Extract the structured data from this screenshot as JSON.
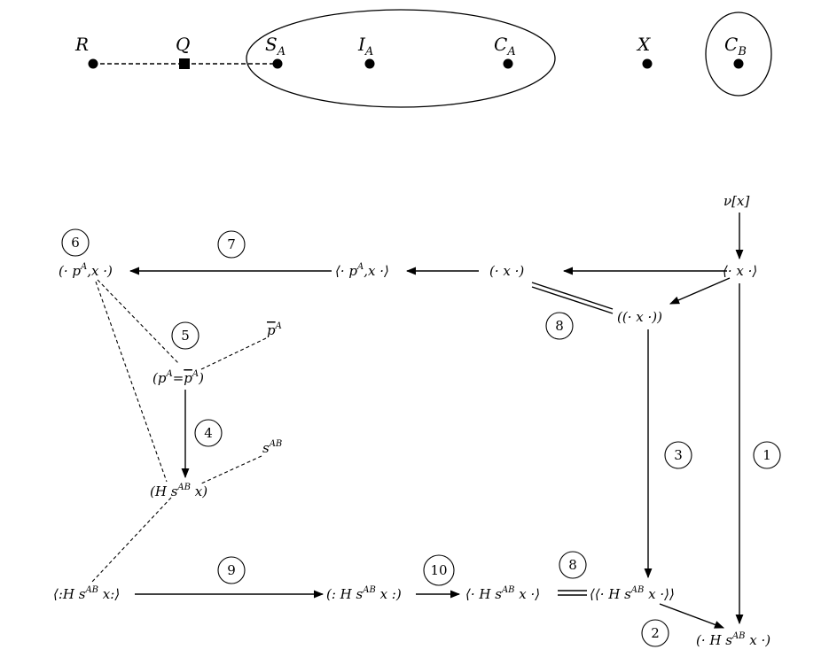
{
  "top_diagram": {
    "points": [
      {
        "id": "R",
        "label": "R",
        "sub": ""
      },
      {
        "id": "Q",
        "label": "Q",
        "sub": ""
      },
      {
        "id": "SA",
        "label": "S",
        "sub": "A"
      },
      {
        "id": "IA",
        "label": "I",
        "sub": "A"
      },
      {
        "id": "CA",
        "label": "C",
        "sub": "A"
      },
      {
        "id": "X",
        "label": "X",
        "sub": ""
      },
      {
        "id": "CB",
        "label": "C",
        "sub": "B"
      }
    ]
  },
  "flow_diagram": {
    "nodes": {
      "nu_x": "ν[x]",
      "angle_x": "⟨· x ·⟩",
      "paren_x": "(· x ·)",
      "dparen_x": "((·  x  ·))",
      "angle_pA_x": "⟨· p^A ,x ·⟩",
      "paren_pA_x": "(· p^A ,x ·)",
      "p_bar": "p̄^A",
      "p_eq": "(p^A = p̄^A)",
      "s_AB": "s^AB",
      "H_s": "(H s^AB x)",
      "colon_angle": "⟨:H s^AB x:⟩",
      "colon_paren": "(: H s^AB x :)",
      "angle_H": "⟨· H s^AB x ·⟩",
      "dangle_H": "⟨⟨·  H s^AB x  ·⟩⟩",
      "paren_H": "(· H s^AB x ·)"
    },
    "step_numbers": [
      "1",
      "2",
      "3",
      "4",
      "5",
      "6",
      "7",
      "8",
      "8",
      "9",
      "10"
    ]
  }
}
